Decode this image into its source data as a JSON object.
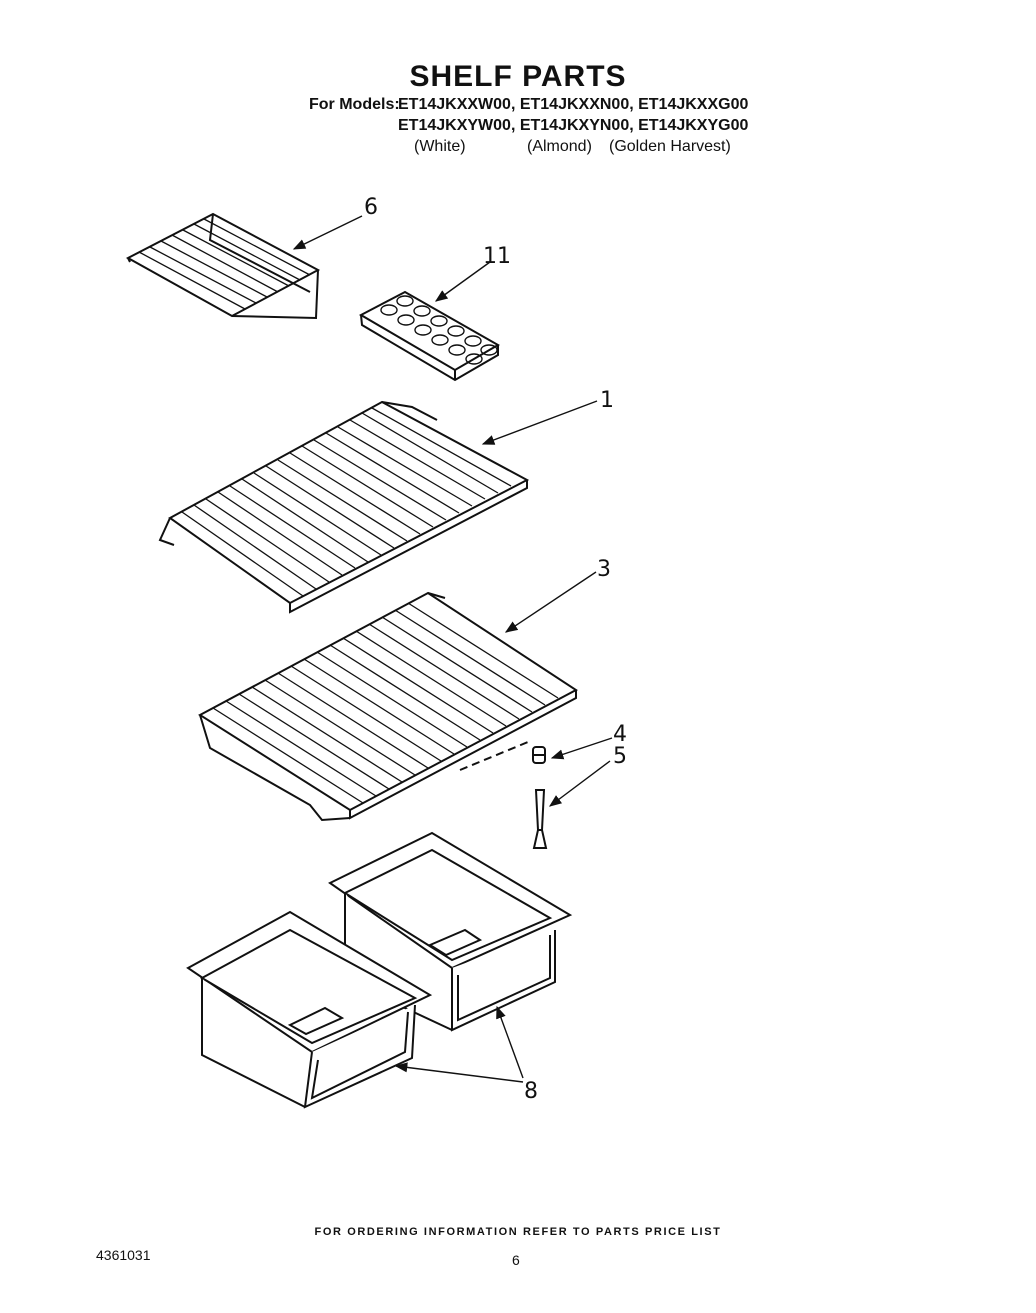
{
  "header": {
    "title": "SHELF PARTS",
    "models_prefix": "For Models:",
    "models_row1": "ET14JKXXW00, ET14JKXXN00, ET14JKXXG00",
    "models_row2": "ET14JKXYW00, ET14JKXYN00, ET14JKXYG00",
    "color_white": "(White)",
    "color_almond": "(Almond)",
    "color_golden": "(Golden Harvest)"
  },
  "callouts": {
    "part_6": "6",
    "part_11": "11",
    "part_1": "1",
    "part_3": "3",
    "part_4": "4",
    "part_5": "5",
    "part_8": "8"
  },
  "footer": {
    "ordering_note": "FOR ORDERING INFORMATION REFER TO PARTS PRICE LIST",
    "doc_number": "4361031",
    "page_number": "6"
  }
}
